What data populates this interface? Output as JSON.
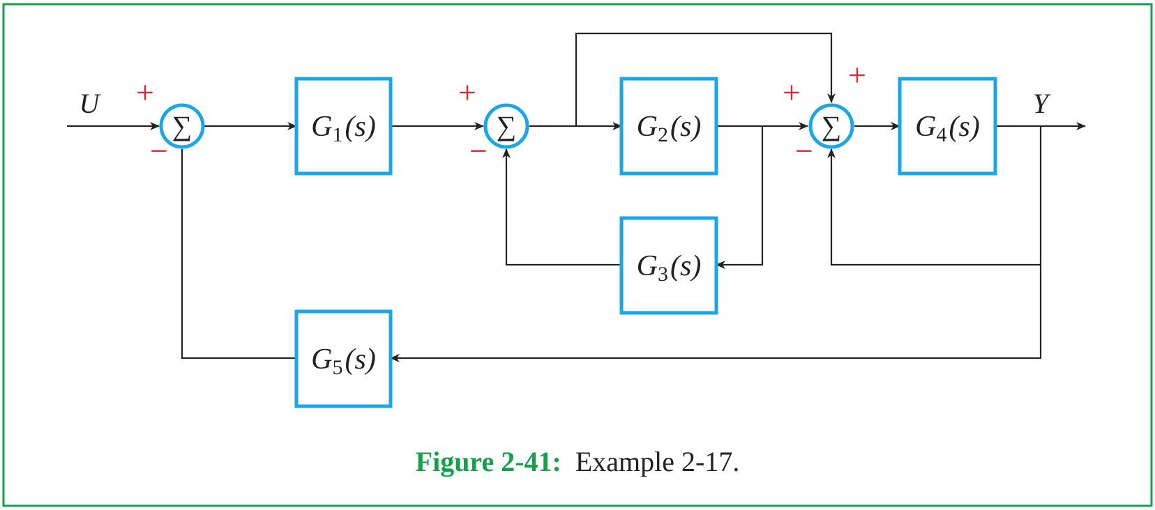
{
  "colors": {
    "frame": "#12a24a",
    "block": "#1aa7e6",
    "line": "#222222",
    "sign": "#e8202a",
    "caption_label": "#12a24a",
    "caption_text": "#222222"
  },
  "signals": {
    "input": "U",
    "output": "Y"
  },
  "blocks": [
    {
      "id": "g1",
      "letter": "G",
      "sub": "1",
      "arg": "(s)"
    },
    {
      "id": "g2",
      "letter": "G",
      "sub": "2",
      "arg": "(s)"
    },
    {
      "id": "g3",
      "letter": "G",
      "sub": "3",
      "arg": "(s)"
    },
    {
      "id": "g4",
      "letter": "G",
      "sub": "4",
      "arg": "(s)"
    },
    {
      "id": "g5",
      "letter": "G",
      "sub": "5",
      "arg": "(s)"
    }
  ],
  "summing_junctions": [
    {
      "id": "sum1",
      "symbol": "∑",
      "signs": [
        "+",
        "−"
      ]
    },
    {
      "id": "sum2",
      "symbol": "∑",
      "signs": [
        "+",
        "−"
      ]
    },
    {
      "id": "sum3",
      "symbol": "∑",
      "signs": [
        "+",
        "+",
        "−"
      ]
    }
  ],
  "caption": {
    "label": "Figure 2-41:",
    "text": "Example 2-17."
  }
}
